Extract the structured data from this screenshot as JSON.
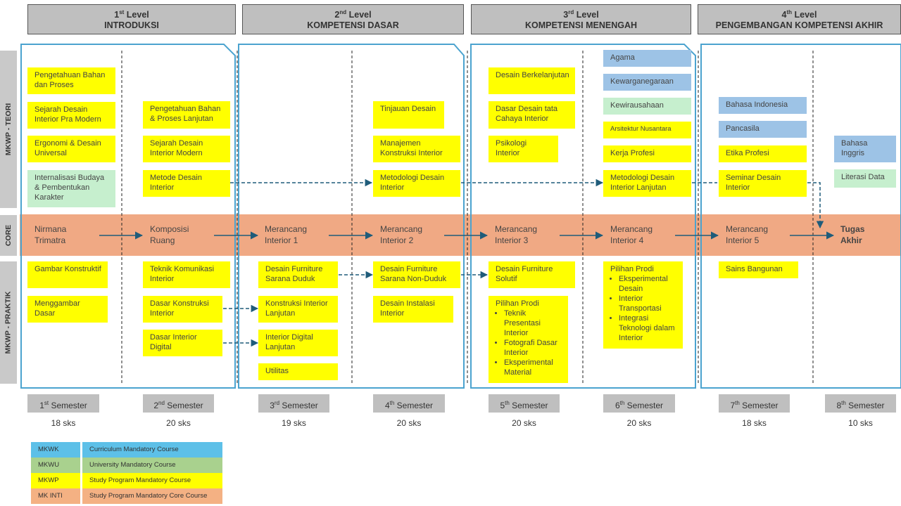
{
  "levels": [
    {
      "num": "1",
      "sup": "st",
      "word": "Level",
      "title": "INTRODUKSI"
    },
    {
      "num": "2",
      "sup": "nd",
      "word": "Level",
      "title": "KOMPETENSI DASAR"
    },
    {
      "num": "3",
      "sup": "rd",
      "word": "Level",
      "title": "KOMPETENSI MENENGAH"
    },
    {
      "num": "4",
      "sup": "th",
      "word": "Level",
      "title": "PENGEMBANGAN KOMPETENSI AKHIR"
    }
  ],
  "side_labels": {
    "teori": "MKWP - TEORI",
    "core": "CORE",
    "praktik": "MKWP - PRAKTIK"
  },
  "teori": {
    "s1": [
      "Pengetahuan Bahan dan Proses",
      "Sejarah Desain Interior Pra Modern",
      "Ergonomi & Desain Universal",
      "Internalisasi Budaya & Pembentukan Karakter"
    ],
    "s2": [
      "Pengetahuan Bahan & Proses Lanjutan",
      "Sejarah Desain Interior Modern",
      "Metode Desain Interior"
    ],
    "s4": [
      "Tinjauan Desain",
      "Manajemen Konstruksi Interior",
      "Metodologi Desain Interior"
    ],
    "s5": [
      "Desain Berkelanjutan",
      "Dasar Desain tata Cahaya Interior",
      "Psikologi Interior"
    ],
    "s6": [
      "Agama",
      "Kewarganegaraan",
      "Kewirausahaan",
      "Arsitektur Nusantara",
      "Kerja Profesi",
      "Metodologi Desain Interior Lanjutan"
    ],
    "s7": [
      "Bahasa Indonesia",
      "Pancasila",
      "Etika Profesi",
      "Seminar Desain Interior"
    ],
    "s8": [
      "Bahasa Inggris",
      "Literasi Data"
    ]
  },
  "core": [
    "Nirmana Trimatra",
    "Komposisi Ruang",
    "Merancang Interior 1",
    "Merancang Interior 2",
    "Merancang Interior 3",
    "Merancang Interior 4",
    "Merancang Interior 5",
    "Tugas Akhir"
  ],
  "praktik": {
    "s1": [
      "Gambar Konstruktif",
      "Menggambar Dasar"
    ],
    "s2": [
      "Teknik Komunikasi Interior",
      "Dasar Konstruksi Interior",
      "Dasar Interior Digital"
    ],
    "s3": [
      "Desain Furniture Sarana Duduk",
      "Konstruksi Interior Lanjutan",
      "Interior Digital Lanjutan",
      "Utilitas"
    ],
    "s4": [
      "Desain Furniture Sarana Non-Duduk",
      "Desain Instalasi Interior"
    ],
    "s5": [
      "Desain Furniture Solutif"
    ],
    "s5_pilihan": {
      "title": "Pilihan Prodi",
      "items": [
        "Teknik Presentasi Interior",
        "Fotografi Dasar Interior",
        "Eksperimental Material"
      ]
    },
    "s6_pilihan": {
      "title": "Pilihan Prodi",
      "items": [
        "Eksperimental Desain",
        "Interior Transportasi",
        "Integrasi Teknologi dalam Interior"
      ]
    },
    "s7": [
      "Sains Bangunan"
    ]
  },
  "semesters": [
    {
      "num": "1",
      "sup": "st",
      "label": "Semester",
      "sks": "18 sks"
    },
    {
      "num": "2",
      "sup": "nd",
      "label": "Semester",
      "sks": "20 sks"
    },
    {
      "num": "3",
      "sup": "rd",
      "label": "Semester",
      "sks": "19 sks"
    },
    {
      "num": "4",
      "sup": "th",
      "label": "Semester",
      "sks": "20 sks"
    },
    {
      "num": "5",
      "sup": "th",
      "label": "Semester",
      "sks": "20 sks"
    },
    {
      "num": "6",
      "sup": "th",
      "label": "Semester",
      "sks": "20 sks"
    },
    {
      "num": "7",
      "sup": "th",
      "label": "Semester",
      "sks": "18 sks"
    },
    {
      "num": "8",
      "sup": "th",
      "label": "Semester",
      "sks": "10 sks"
    }
  ],
  "legend": [
    {
      "code": "MKWK",
      "desc": "Curriculum Mandatory Course",
      "color": "#5dc0e8"
    },
    {
      "code": "MKWU",
      "desc": "University Mandatory Course",
      "color": "#a9d18e"
    },
    {
      "code": "MKWP",
      "desc": "Study Program Mandatory Course",
      "color": "#ffff00"
    },
    {
      "code": "MK INTI",
      "desc": "Study Program Mandatory Core Course",
      "color": "#f4b183"
    }
  ],
  "colors": {
    "core_band": "#f0a984",
    "frame": "#4ba3cf",
    "arrow": "#1f5c7a",
    "course_yellow": "#ffff00",
    "course_green": "#c6efce",
    "course_blue": "#9dc3e6"
  }
}
